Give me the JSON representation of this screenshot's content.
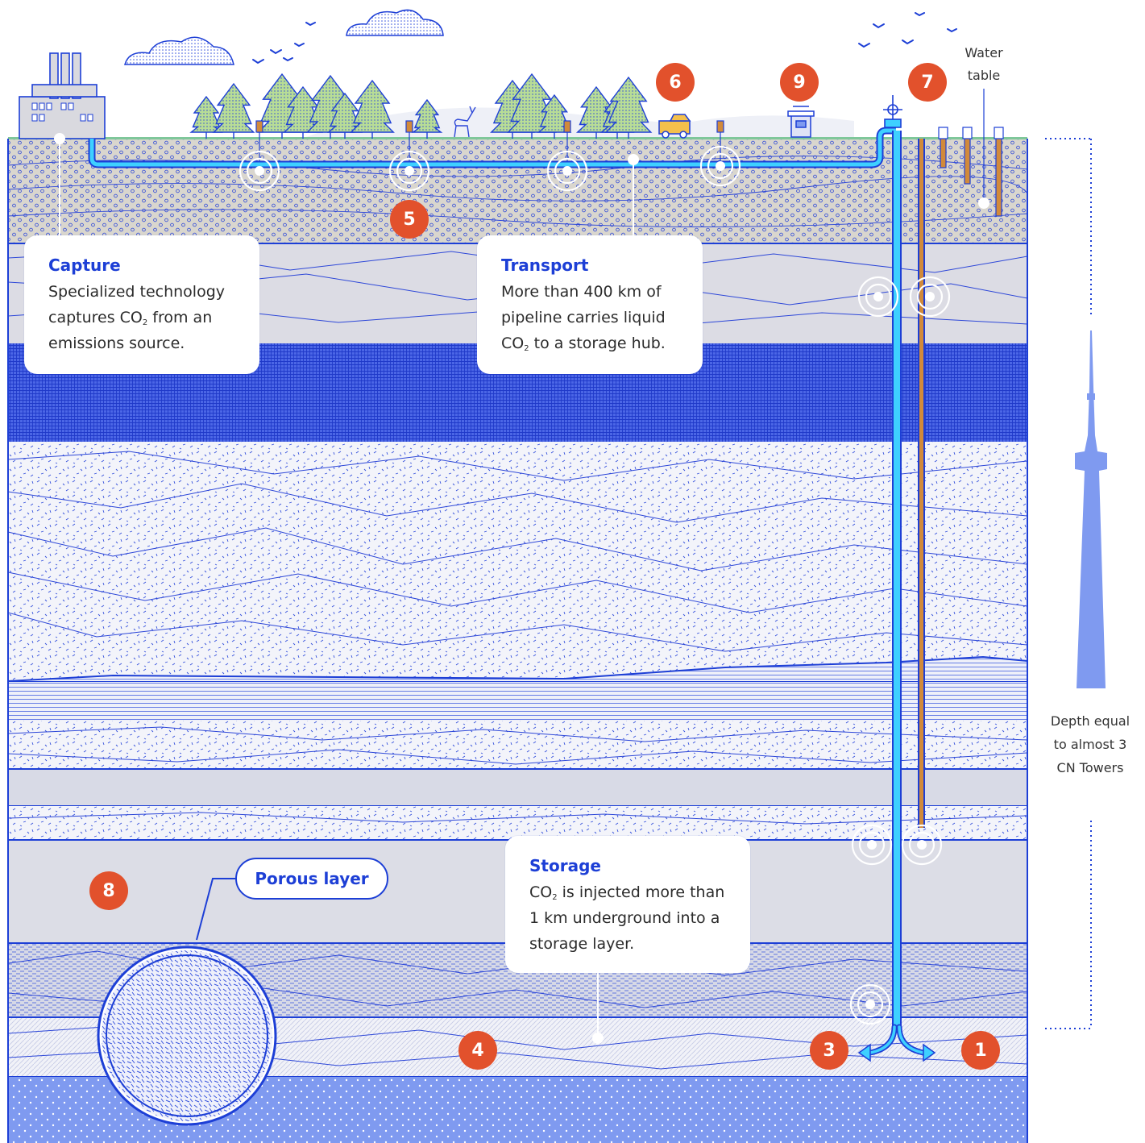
{
  "callouts": {
    "capture": {
      "heading": "Capture",
      "line1": "Specialized technology",
      "line2_a": "captures CO",
      "line2_sub": "2",
      "line2_b": " from an",
      "line3": "emissions source."
    },
    "transport": {
      "heading": "Transport",
      "line1": "More than 400 km of",
      "line2": "pipeline carries liquid",
      "line3_a": "CO",
      "line3_sub": "2",
      "line3_b": " to a storage hub."
    },
    "storage": {
      "heading": "Storage",
      "line1_a": "CO",
      "line1_sub": "2",
      "line1_b": " is injected more than",
      "line2": "1 km underground into a",
      "line3": "storage layer."
    }
  },
  "markers": [
    "1",
    "3",
    "4",
    "5",
    "6",
    "7",
    "8",
    "9"
  ],
  "labels": {
    "porous_layer": "Porous layer",
    "water_table_1": "Water",
    "water_table_2": "table",
    "depth_1": "Depth equal",
    "depth_2": "to almost 3",
    "depth_3": "CN Towers"
  },
  "colors": {
    "accent_blue": "#1d3fd6",
    "pipe_cyan": "#3ed0ff",
    "marker_orange": "#e2512c",
    "tree_green": "#a9d68a",
    "monitor_pipe": "#d28a3a",
    "bedrock": "#7f9af0"
  },
  "icons": [
    "factory-icon",
    "tree-icon",
    "deer-icon",
    "truck-icon",
    "station-icon",
    "wellhead-icon",
    "bird-icon",
    "cloud-icon",
    "cn-tower-icon",
    "monitoring-ring-icon"
  ]
}
